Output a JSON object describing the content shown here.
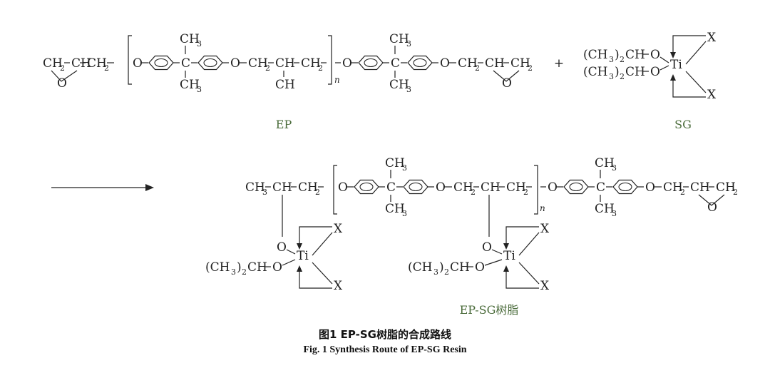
{
  "labels": {
    "ep": "EP",
    "sg": "SG",
    "product": "EP-SG树脂",
    "repeat_n": "n"
  },
  "caption": {
    "zh": "图1   EP-SG树脂的合成路线",
    "en": "Fig. 1   Synthesis Route of EP-SG Resin"
  },
  "atoms": {
    "ch": "CH",
    "ch2": "CH",
    "two": "2",
    "three": "3",
    "ch3": "CH",
    "o": "O",
    "c": "C",
    "ti": "Ti",
    "x": "X",
    "iso": "(CH",
    "iso_tail": ")",
    "iso_end": "CH",
    "plus": "+"
  },
  "colors": {
    "ink": "#222222",
    "label_green": "#4a6b3a"
  }
}
